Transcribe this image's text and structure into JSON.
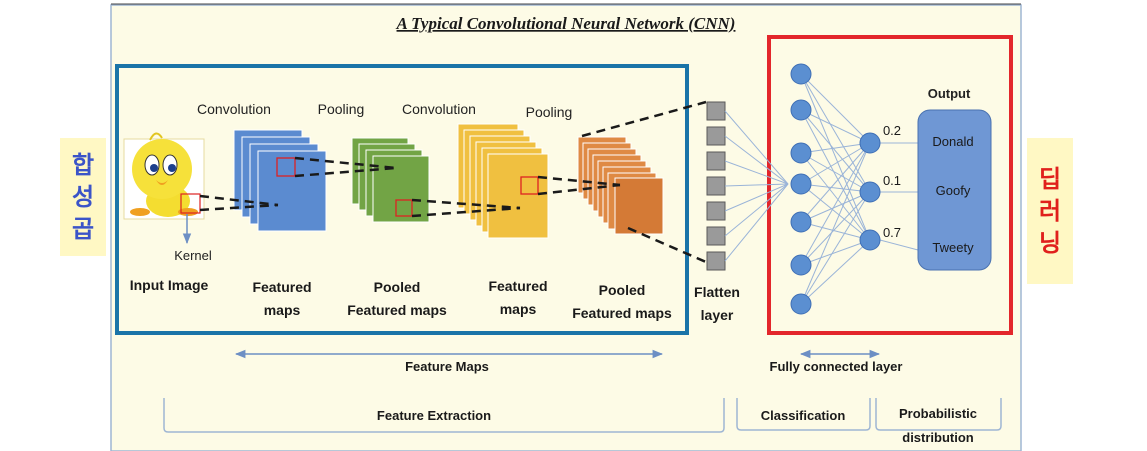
{
  "title": "A Typical Convolutional Neural Network (CNN)",
  "stages": {
    "conv1": "Convolution",
    "pool1": "Pooling",
    "conv2": "Convolution",
    "pool2": "Pooling"
  },
  "kernel_label": "Kernel",
  "bottom_labels": {
    "input": "Input Image",
    "featured1": [
      "Featured",
      "maps"
    ],
    "pooled1": [
      "Pooled",
      "Featured maps"
    ],
    "featured2": [
      "Featured",
      "maps"
    ],
    "pooled2": [
      "Pooled",
      "Featured maps"
    ],
    "flatten": [
      "Flatten",
      "layer"
    ]
  },
  "output": {
    "title": "Output",
    "classes": [
      {
        "label": "Donald",
        "prob": "0.2"
      },
      {
        "label": "Goofy",
        "prob": "0.1"
      },
      {
        "label": "Tweety",
        "prob": "0.7"
      }
    ]
  },
  "arrows": {
    "feature_maps": "Feature Maps",
    "fully_connected": "Fully connected layer"
  },
  "brackets": {
    "feature_extraction": "Feature Extraction",
    "classification": "Classification",
    "probabilistic": [
      "Probabilistic",
      "distribution"
    ]
  },
  "korean": {
    "left": [
      "합",
      "성",
      "곱"
    ],
    "right": [
      "딥",
      "러",
      "닝"
    ]
  },
  "colors": {
    "background": "#fdfbe6",
    "blue_box": "#1a74a8",
    "red_box": "#e3262b",
    "node": "#5b8fd1",
    "conv1": "#5b8bd0",
    "pool1": "#72a445",
    "conv2": "#f0c040",
    "pool2": "#df8a44"
  }
}
